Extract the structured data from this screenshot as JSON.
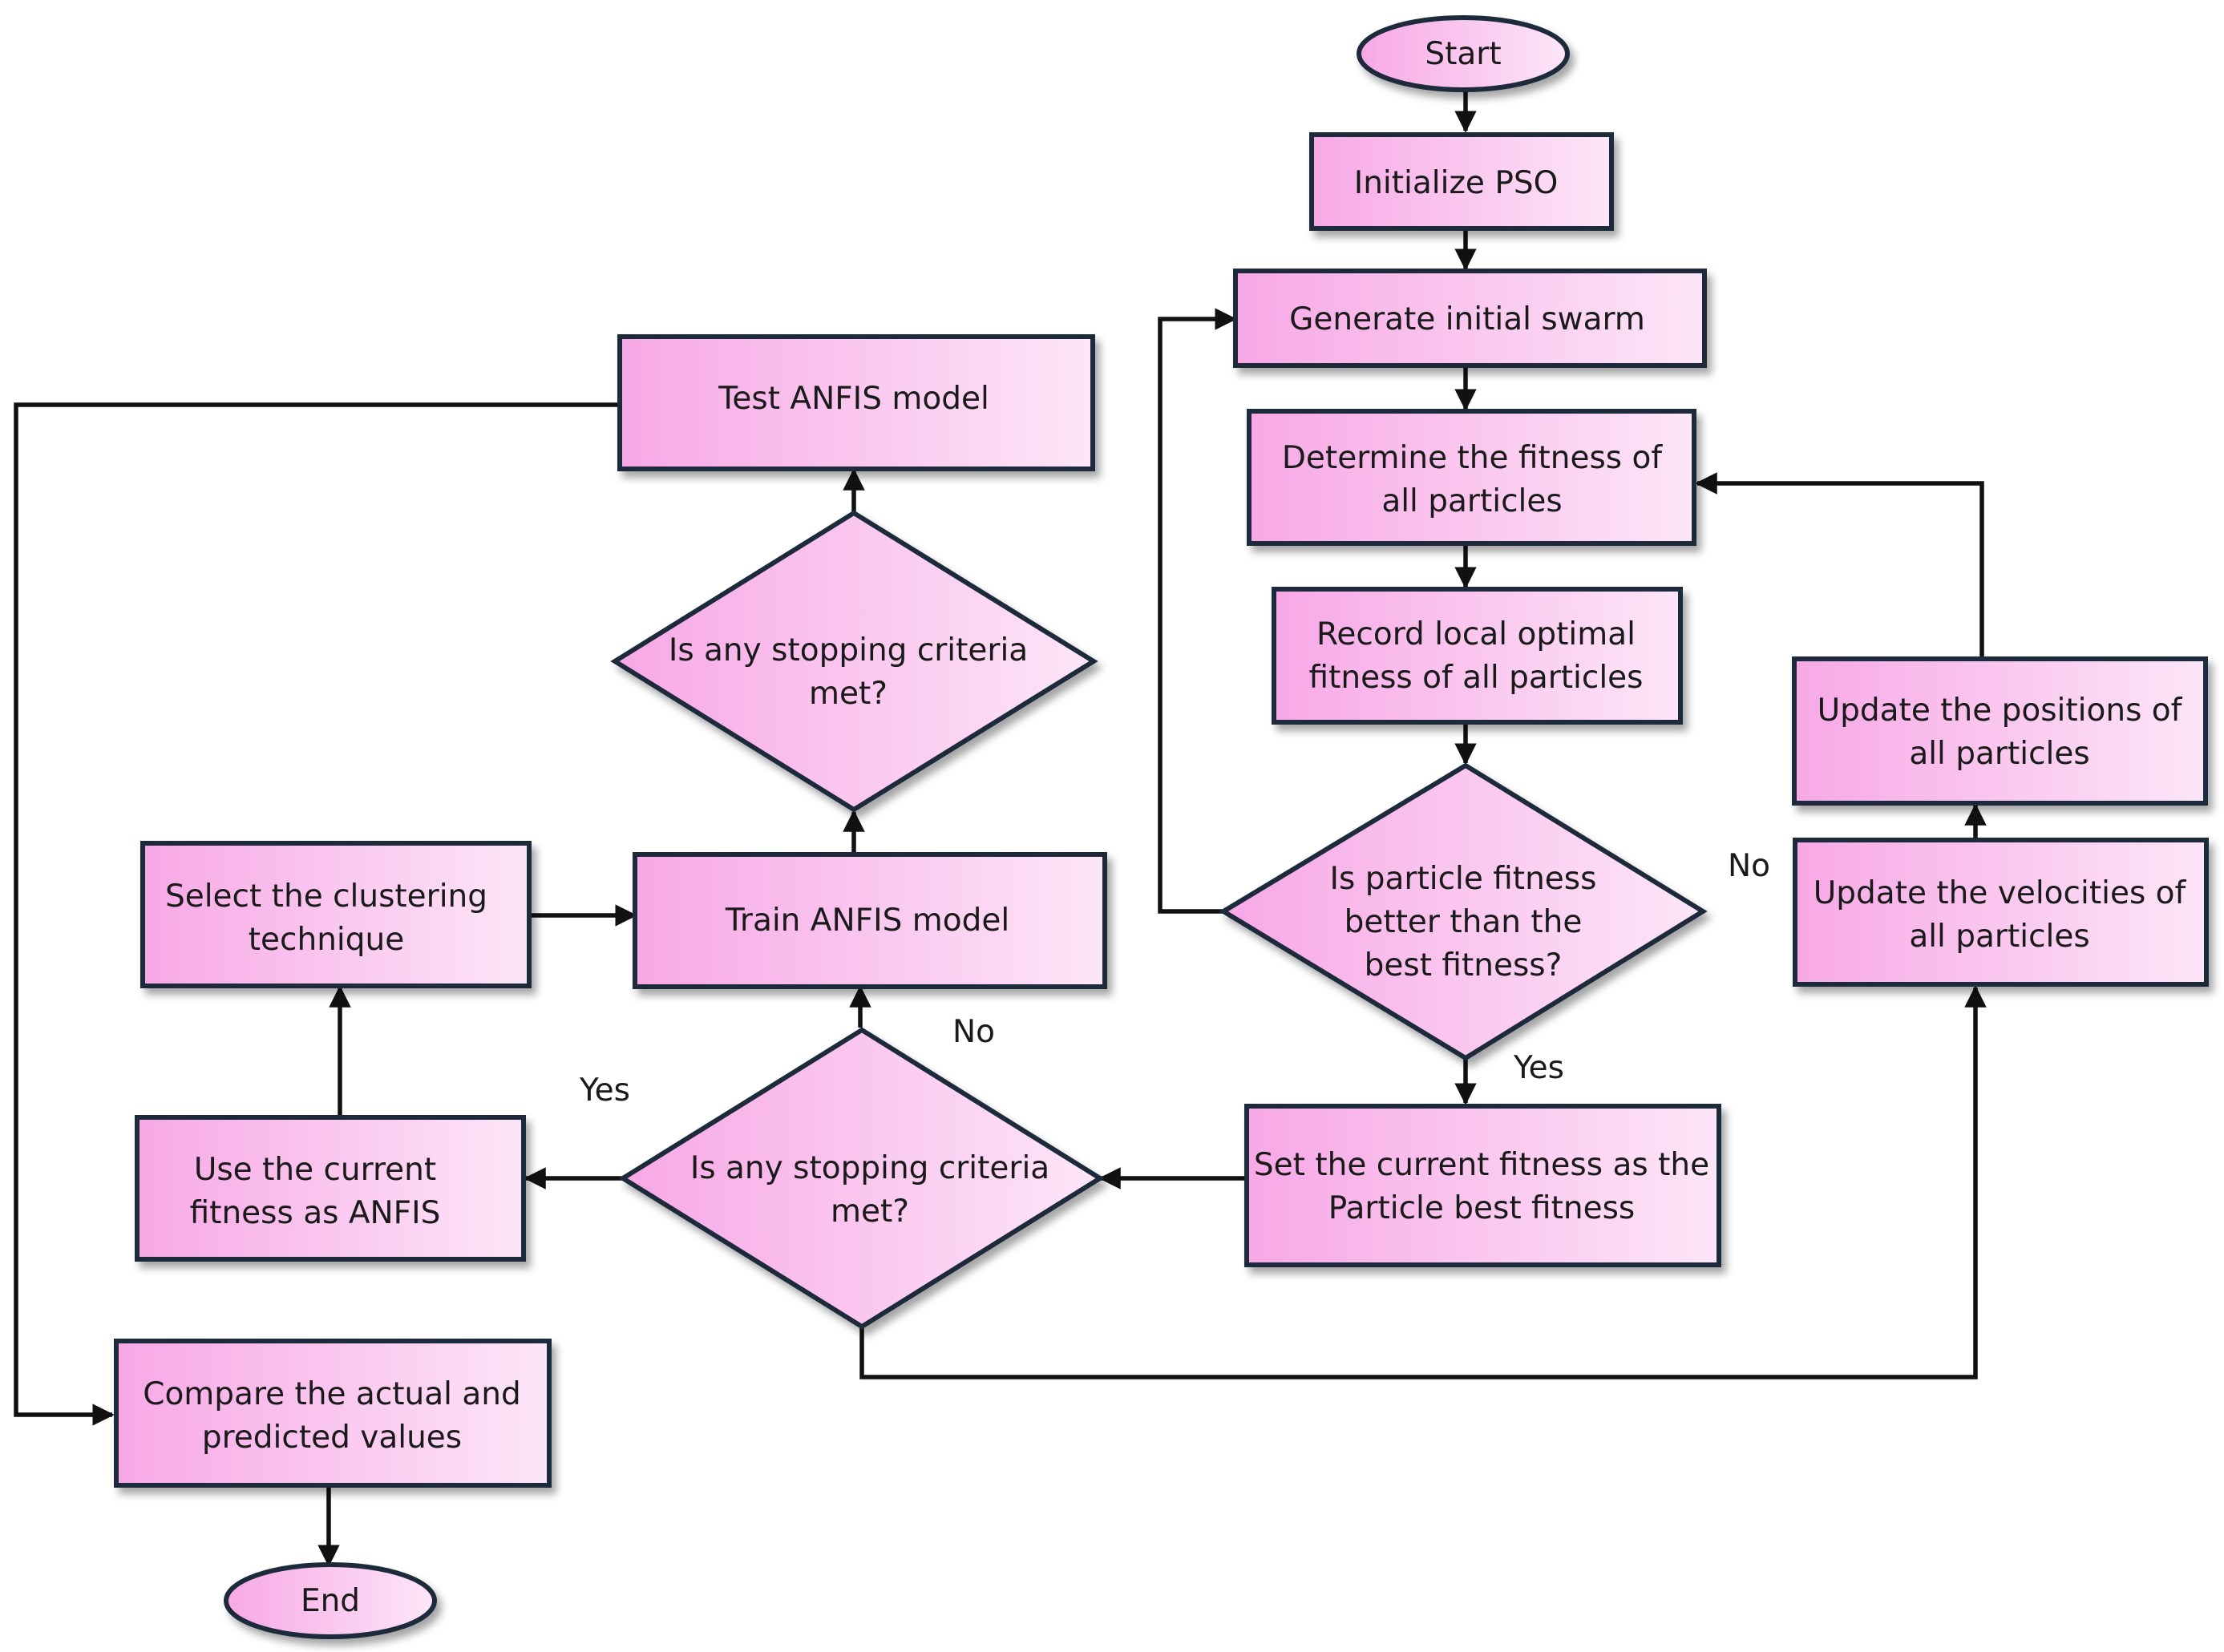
{
  "nodes": {
    "start": {
      "lines": [
        "Start"
      ]
    },
    "init_pso": {
      "lines": [
        "Initialize PSO"
      ]
    },
    "gen_swarm": {
      "lines": [
        "Generate initial swarm"
      ]
    },
    "det_fitness": {
      "lines": [
        "Determine the fitness of",
        "all particles"
      ]
    },
    "record_local": {
      "lines": [
        "Record local optimal",
        "fitness of all particles"
      ]
    },
    "is_better": {
      "lines": [
        "Is particle fitness",
        "better than the",
        "best fitness?"
      ]
    },
    "set_current": {
      "lines": [
        "Set the current fitness as the",
        "Particle best fitness"
      ]
    },
    "stop2": {
      "lines": [
        "Is any stopping criteria",
        "met?"
      ]
    },
    "use_current": {
      "lines": [
        "Use the current",
        "fitness as ANFIS"
      ]
    },
    "select_clust": {
      "lines": [
        "Select the clustering",
        "technique"
      ]
    },
    "train_anfis": {
      "lines": [
        "Train ANFIS model"
      ]
    },
    "stop1": {
      "lines": [
        "Is any stopping criteria",
        "met?"
      ]
    },
    "test_anfis": {
      "lines": [
        "Test ANFIS model"
      ]
    },
    "compare": {
      "lines": [
        "Compare the actual and",
        "predicted values"
      ]
    },
    "end": {
      "lines": [
        "End"
      ]
    },
    "upd_pos": {
      "lines": [
        "Update the positions of",
        "all particles"
      ]
    },
    "upd_vel": {
      "lines": [
        "Update the velocities of",
        "all particles"
      ]
    }
  },
  "edge_labels": {
    "better_no": "No",
    "better_yes": "Yes",
    "stop2_no": "No",
    "stop2_yes": "Yes"
  },
  "colors": {
    "fill_dark": "#f7a8e6",
    "fill_light": "#fde6f8",
    "stroke": "#1c2a3a"
  }
}
